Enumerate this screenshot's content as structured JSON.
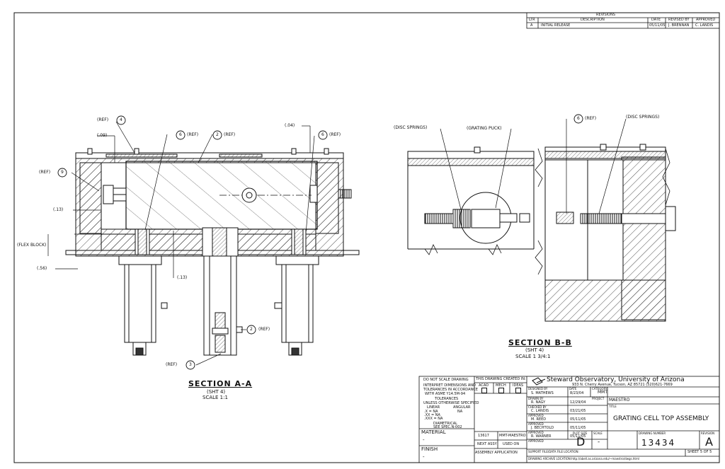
{
  "revisions": {
    "header": "REVISIONS",
    "columns": [
      "LTR",
      "DESCRIPTION",
      "DATE",
      "REVISED BY",
      "APPROVED"
    ],
    "rows": [
      [
        "A",
        "INITIAL RELEASE",
        "05/11/05",
        "J. BRENNAN",
        "C. LANDIS"
      ]
    ]
  },
  "section_aa": {
    "title": "SECTION A-A",
    "sheet": "(SHT 4)",
    "scale": "SCALE 1:1",
    "callouts": {
      "ref4": "(REF)",
      "num4": "4",
      "num6": "6",
      "ref6": "(REF)",
      "num2": "2",
      "ref2": "(REF)",
      "dim_04": "(.04)",
      "num6b": "6",
      "ref6b": "(REF)",
      "dim_09": "(.09)",
      "ref9": "(REF)",
      "num9": "9",
      "dim_13a": "(.13)",
      "flex": "(FLEX BLOCK)",
      "dim_56": "(.56)",
      "dim_13b": "(.13)",
      "num2b": "2",
      "ref2b": "(REF)",
      "ref3": "(REF)",
      "num3": "3"
    }
  },
  "section_bb": {
    "title": "SECTION B-B",
    "sheet": "(SHT 4)",
    "scale": "SCALE 1 3/4:1",
    "callouts": {
      "disc_left": "(DISC SPRINGS)",
      "puck": "(GRATING PUCK)",
      "num6": "6",
      "ref6": "(REF)",
      "disc_right": "(DISC SPRINGS)"
    }
  },
  "title_block": {
    "no_scale": "DO NOT SCALE DRAWING",
    "interpret": [
      "INTERPRET DIMENSIONS AND",
      "TOLERANCES IN ACCORDANCE",
      "WITH ASME Y14.5M-94"
    ],
    "tolerances": "TOLERANCES",
    "unless": "UNLESS OTHERWISE SPECIFIED",
    "linear": "LINEAR",
    "angular": "ANGULAR",
    "tol_x": ".X = NA",
    "tol_xx": ".XX = NA",
    "tol_xxx": ".XXX = NA",
    "tol_ang": "NA",
    "diametrical": "DIAMETRICAL",
    "spec": "SEE SPEC.N-002",
    "material_label": "MATERIAL",
    "material": "-",
    "finish_label": "FINISH",
    "finish": "-",
    "created_in": "THIS DRAWING CREATED IN:",
    "created_opts": [
      "ACAD",
      "MECH",
      "IDEAS"
    ],
    "next_assy_val": "13617",
    "used_on_val": "MMT-MAESTRO",
    "next_assy": "NEXT ASSY",
    "used_on": "USED ON",
    "assembly_app": "ASSEMBLY APPLICATION",
    "designed_by_label": "DESIGNED BY",
    "designed_by": "S. MATHEWS",
    "date_label": "DATE",
    "designed_date": "8/23/04",
    "drawn_label": "DRAWN BY",
    "drawn_by": "R. NAGY",
    "drawn_date": "12/29/04",
    "checked_label": "CHECKED BY",
    "checked_by": "C. LANDIS",
    "checked_date": "03/21/05",
    "approved1_label": "APPROVED",
    "approved1": "M. REED",
    "approved1_date": "05/11/05",
    "approved2_label": "APPROVED",
    "approved2": "J. BECHTOLD",
    "approved2_date": "05/11/05",
    "approved3_label": "APPROVED",
    "approved3": "R. WARNER",
    "approved3_date": "05/11/05",
    "approved4_label": "APPROVED",
    "org_name": "Steward Observatory, University of Arizona",
    "org_address": "933 N. Cherry Avenue, Tucson, AZ 85721  (520)621-7669",
    "category_label": "CATEGORY",
    "category": "MMT",
    "project_label": "PROJECT",
    "project": "MAESTRO",
    "title_label": "TITLE",
    "title": "GRATING CELL TOP ASSEMBLY",
    "size_label": "PLOT SIZE",
    "size": "D",
    "scale_label": "SCALE",
    "scale": "-",
    "dwg_label": "DRAWING NUMBER",
    "dwg_number": "13434",
    "rev_label": "REVISION",
    "rev": "A",
    "sheet": "SHEET 5 OF 5",
    "support_file": "SUPPORT FILE/DATA FILE LOCATION:",
    "archive": "DRAWING ARCHIVE LOCATION:http://abell.as.arizona.edu/~maestro/dwgs.html"
  }
}
